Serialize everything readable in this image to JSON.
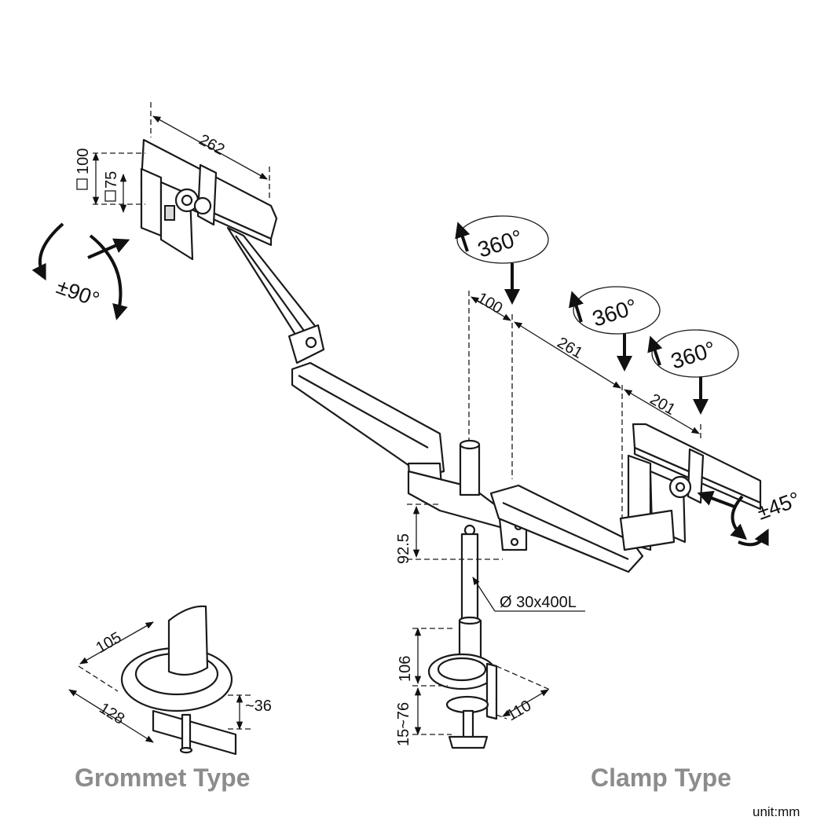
{
  "labels": {
    "grommet_type": "Grommet Type",
    "clamp_type": "Clamp Type",
    "unit": "unit:mm"
  },
  "dimensions": {
    "left_arm_width": "262",
    "vesa_large": "100",
    "vesa_small": "75",
    "pole_to_arm": "100",
    "arm_span": "261",
    "right_arm_width": "201",
    "height_offset": "92.5",
    "pole_spec": "Ø 30x400L",
    "grommet_width": "105",
    "grommet_depth": "128",
    "grommet_thickness": "~36",
    "clamp_base_height": "106",
    "clamp_opening": "15~76",
    "clamp_depth": "110"
  },
  "rotations": {
    "tilt": "±90°",
    "swivel": "360°",
    "pan": "±45°"
  },
  "colors": {
    "line": "#1a1a1a",
    "label_gray": "#8c8c8c"
  }
}
